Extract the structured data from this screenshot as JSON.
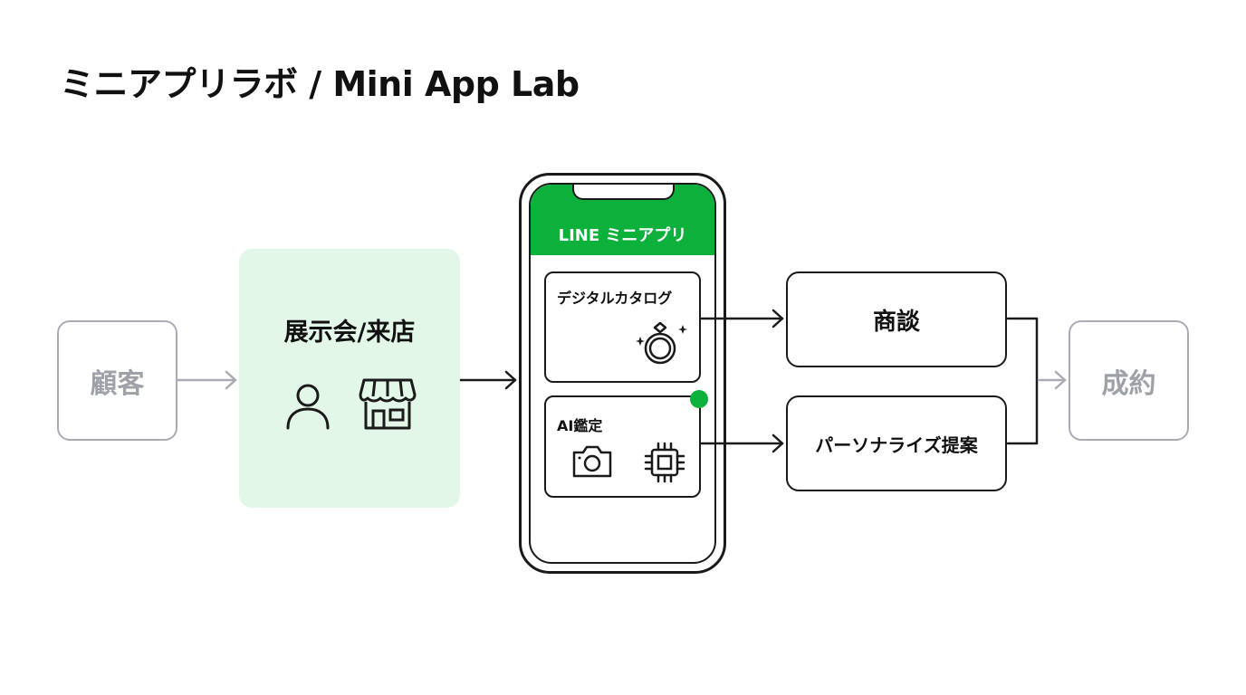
{
  "title": "ミニアプリラボ / Mini App Lab",
  "nodes": {
    "customer": "顧客",
    "exhibition": "展示会/来店",
    "phone_header": "LINE ミニアプリ",
    "digital_catalog": "デジタルカタログ",
    "ai_appraisal": "AI鑑定",
    "negotiation": "商談",
    "personalized": "パーソナライズ提案",
    "contract": "成約"
  },
  "icons": {
    "person": "person-icon",
    "store": "store-icon",
    "ring": "ring-icon",
    "camera": "camera-icon",
    "chip": "chip-icon"
  },
  "colors": {
    "line_green": "#0cb13b",
    "panel_green": "#e3f7e8",
    "muted_gray": "#a9adb3",
    "ink": "#1a1a1a"
  }
}
